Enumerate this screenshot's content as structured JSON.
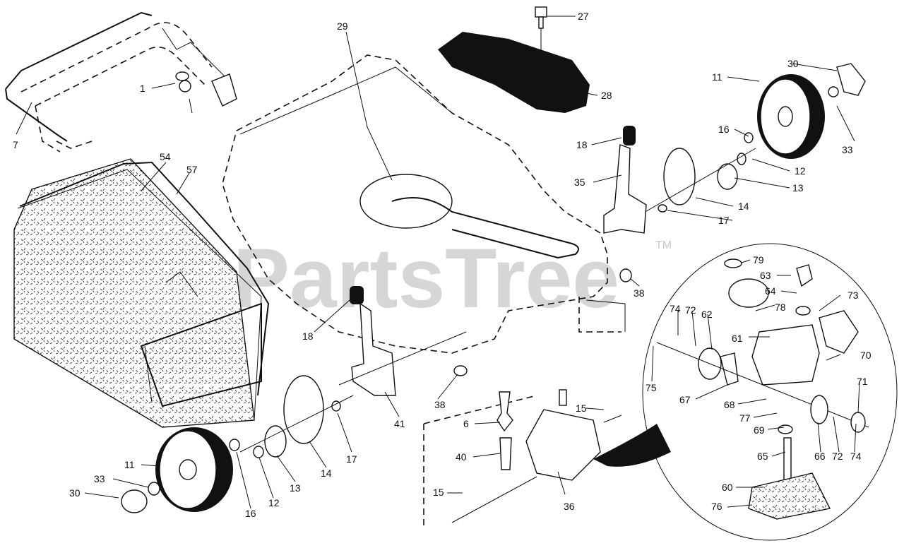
{
  "watermark": {
    "text": "PartsTree",
    "trademark": "TM"
  },
  "callouts": {
    "c1": "1",
    "c7": "7",
    "c54": "54",
    "c57": "57",
    "c29": "29",
    "c27": "27",
    "c28": "28",
    "c11a": "11",
    "c30a": "30",
    "c33a": "33",
    "c16a": "16",
    "c12a": "12",
    "c13a": "13",
    "c14a": "14",
    "c17a": "17",
    "c18a": "18",
    "c35": "35",
    "c38a": "38",
    "c18b": "18",
    "c41": "41",
    "c38b": "38",
    "c6": "6",
    "c40": "40",
    "c15a": "15",
    "c15b": "15",
    "c36": "36",
    "c11b": "11",
    "c33b": "33",
    "c30b": "30",
    "c16b": "16",
    "c12b": "12",
    "c13b": "13",
    "c14b": "14",
    "c17b": "17",
    "c79": "79",
    "c63": "63",
    "c64": "64",
    "c73": "73",
    "c78": "78",
    "c74a": "74",
    "c72a": "72",
    "c62": "62",
    "c61": "61",
    "c70": "70",
    "c75": "75",
    "c71": "71",
    "c67": "67",
    "c68": "68",
    "c77": "77",
    "c69": "69",
    "c65": "65",
    "c66": "66",
    "c72b": "72",
    "c74b": "74",
    "c60": "60",
    "c76": "76"
  }
}
